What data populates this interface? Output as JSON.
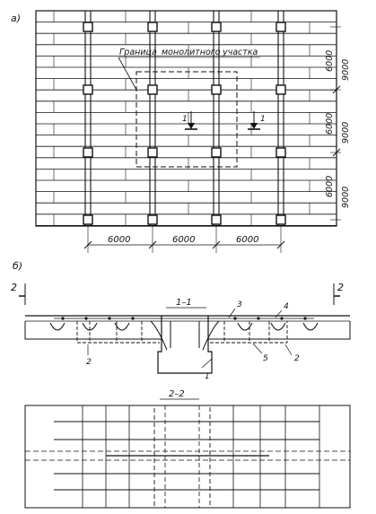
{
  "panel_a": {
    "label": "а)",
    "boundary_caption_part1": "Граница",
    "boundary_caption_part2": "монолитного",
    "boundary_caption_part3": "участка",
    "section_mark": "1",
    "dims_bottom": [
      "6000",
      "6000",
      "6000"
    ],
    "dims_right_inner": [
      "6000",
      "6000",
      "6000"
    ],
    "dims_right_outer": [
      "9000",
      "9000",
      "9000"
    ]
  },
  "panel_b": {
    "label": "б)",
    "section_1_title": "1–1",
    "section_2_title": "2–2",
    "cut_mark": "2",
    "callouts": [
      "1",
      "2",
      "3",
      "4",
      "5"
    ]
  }
}
